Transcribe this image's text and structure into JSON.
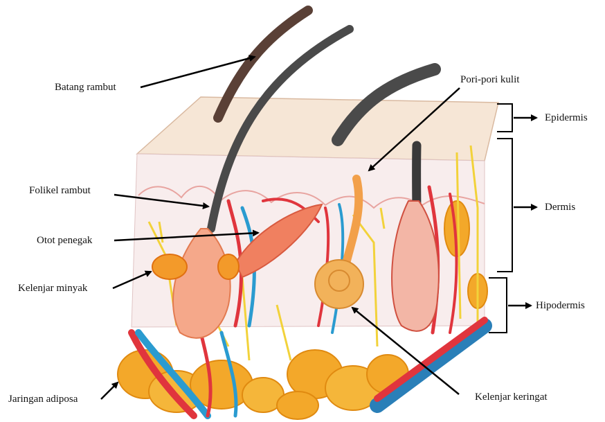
{
  "labels": {
    "batang_rambut": "Batang rambut",
    "pori_pori_kulit": "Pori-pori kulit",
    "epidermis": "Epidermis",
    "folikel_rambut": "Folikel rambut",
    "dermis": "Dermis",
    "otot_penegak": "Otot penegak",
    "kelenjar_minyak": "Kelenjar minyak",
    "hipodermis": "Hipodermis",
    "jaringan_adiposa": "Jaringan adiposa",
    "kelenjar_keringat": "Kelenjar keringat"
  },
  "colors": {
    "background": "#ffffff",
    "skin_top": "#f6e6d6",
    "skin_side": "#f7ecec",
    "hair": "#5a4036",
    "hair_dark": "#3a3a3a",
    "artery": "#e0353d",
    "vein": "#2a9bd0",
    "nerve": "#f2d23a",
    "fat": "#f3a82a",
    "gland": "#f2b25a",
    "muscle": "#f08060",
    "arrow": "#000000"
  }
}
